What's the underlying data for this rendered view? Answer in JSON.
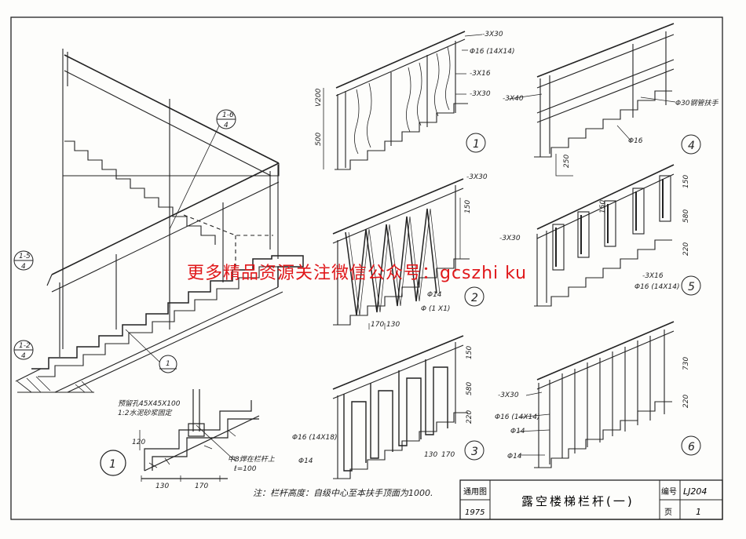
{
  "watermark": "更多精品资源关注微信公众号：gcszhi ku",
  "note": "注：栏杆高度：自级中心至本扶手顶面为1000.",
  "title_block": {
    "atlas_label": "通用图",
    "year": "1975",
    "title": "露空楼梯栏杆(一)",
    "number_label": "编号",
    "number": "LJ204",
    "page_label": "页",
    "page": "1"
  },
  "callouts": {
    "c1": "1-6\n4",
    "c2": "1-5\n4",
    "c3": "1-2\n4",
    "c4": "1"
  },
  "detail": {
    "anchor_note_1": "预留孔45X45X100",
    "anchor_note_2": "1:2水泥砂浆固定",
    "bar_note": "中8焊在栏杆上",
    "bar_len": "ℓ=100",
    "dim_a": "130",
    "dim_b": "170",
    "dim_h": "120",
    "circle": "1"
  },
  "panels": [
    {
      "id": "1",
      "labels": [
        "-3X30",
        "Φ16 (14X14)",
        "-3X16",
        "-3X30"
      ],
      "dims": [
        "V200",
        "500"
      ]
    },
    {
      "id": "2",
      "labels": [
        "-3X30",
        "Φ14",
        "Φ (1 X1)"
      ],
      "dims": [
        "150",
        "170",
        "130"
      ]
    },
    {
      "id": "3",
      "labels": [
        "Φ16 (14X18)",
        "Φ14"
      ],
      "dims": [
        "150",
        "580",
        "220",
        "130",
        "170"
      ]
    },
    {
      "id": "4",
      "labels": [
        "-3X40",
        "Φ30钢管扶手",
        "Φ16"
      ],
      "dims": [
        "250"
      ]
    },
    {
      "id": "5",
      "labels": [
        "-3X30",
        "-3X16",
        "Φ16 (14X14)"
      ],
      "dims": [
        "150",
        "580",
        "220",
        "150"
      ]
    },
    {
      "id": "6",
      "labels": [
        "-3X30",
        "Φ16 (14X14)",
        "Φ14",
        "Φ14"
      ],
      "dims": [
        "730",
        "220"
      ]
    }
  ]
}
